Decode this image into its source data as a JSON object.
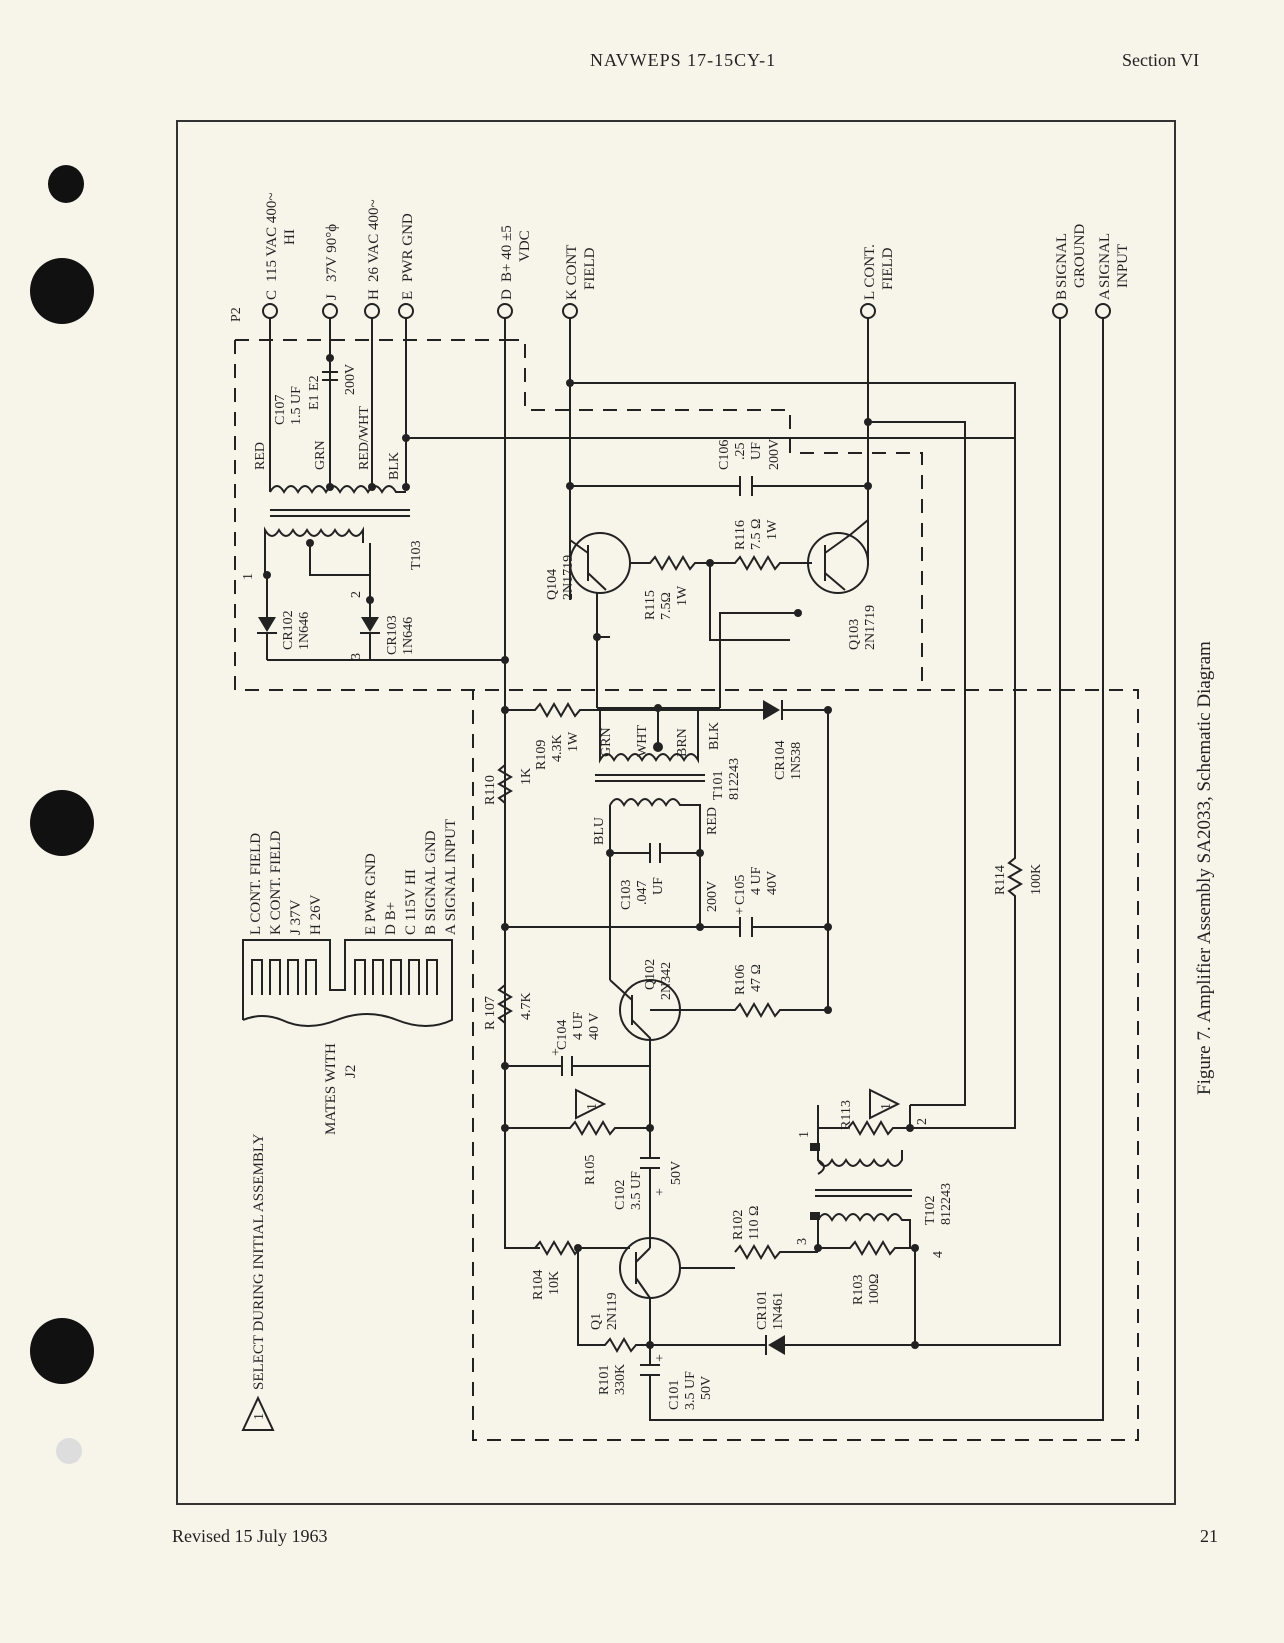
{
  "header": {
    "doc_title": "NAVWEPS 17-15CY-1",
    "section": "Section VI"
  },
  "footer": {
    "revised": "Revised 15 July 1963",
    "page": "21"
  },
  "caption": "Figure 7.  Amplifier Assembly SA2033, Schematic Diagram",
  "connector": {
    "label": "P2",
    "pins": [
      {
        "pin": "C",
        "name": "115 VAC 400~",
        "sub": "HI"
      },
      {
        "pin": "J",
        "name": "37V 90°ϕ",
        "sub": ""
      },
      {
        "pin": "H",
        "name": "26 VAC 400~",
        "sub": ""
      },
      {
        "pin": "E",
        "name": "PWR GND",
        "sub": ""
      },
      {
        "pin": "D",
        "name": "B+ 40 ±5",
        "sub": "VDC"
      },
      {
        "pin": "K",
        "name": "K CONT",
        "sub": "FIELD"
      },
      {
        "pin": "L",
        "name": "L CONT.",
        "sub": "FIELD"
      },
      {
        "pin": "B",
        "name": "SIGNAL",
        "sub": "GROUND"
      },
      {
        "pin": "A",
        "name": "SIGNAL",
        "sub": "INPUT"
      }
    ]
  },
  "mates": {
    "title": "MATES WITH",
    "ref": "J2",
    "list": [
      "L CONT.  FIELD",
      "K CONT.  FIELD",
      "J  37V",
      "H  26V",
      "E  PWR GND",
      "D  B+",
      "C  115V HI",
      "B  SIGNAL GND",
      "A  SIGNAL INPUT"
    ]
  },
  "note": {
    "number": "1",
    "text": "SELECT DURING INITIAL ASSEMBLY"
  },
  "components": {
    "C107": [
      "C107",
      "1.5 UF",
      "E1  E2",
      "200V"
    ],
    "T103": [
      "T103"
    ],
    "wires_t103": [
      "RED",
      "GRN",
      "RED/WHT",
      "BLK"
    ],
    "CR102": [
      "CR102",
      "1N646"
    ],
    "CR103": [
      "CR103",
      "1N646"
    ],
    "pins_t103": [
      "1",
      "2",
      "3"
    ],
    "C106": [
      "C106",
      ".25",
      "UF",
      "200V"
    ],
    "R116": [
      "R116",
      "7.5 Ω",
      "1W"
    ],
    "R115": [
      "R115",
      "7.5Ω",
      "1W"
    ],
    "Q104": [
      "Q104",
      "2N1719"
    ],
    "Q103": [
      "Q103",
      "2N1719"
    ],
    "R109": [
      "R109",
      "4.3K",
      "1W"
    ],
    "T101": [
      "T101",
      "812243"
    ],
    "wires_t101": [
      "GRN",
      "WHT",
      "BRN",
      "BLK",
      "BLU",
      "RED"
    ],
    "CR104": [
      "CR104",
      "1N538"
    ],
    "R110": [
      "R110",
      "1K"
    ],
    "C103": [
      "C103",
      ".047",
      "UF",
      "200V"
    ],
    "C105": [
      "C105",
      "4 UF",
      "40V"
    ],
    "Q102": [
      "Q102",
      "2N342"
    ],
    "R106": [
      "R106",
      "47 Ω"
    ],
    "R107": [
      "R 107",
      "4.7K"
    ],
    "C104": [
      "C104",
      "4 UF",
      "40 V"
    ],
    "R105": [
      "R105"
    ],
    "C102": [
      "C102",
      "3.5 UF",
      "50V"
    ],
    "R114": [
      "R114",
      "100K"
    ],
    "R113": [
      "R113"
    ],
    "T102": [
      "T102",
      "812243"
    ],
    "pins_t102": [
      "1",
      "2",
      "3",
      "4"
    ],
    "R102": [
      "R102",
      "110 Ω"
    ],
    "R103": [
      "R103",
      "100Ω"
    ],
    "R104": [
      "R104",
      "10K"
    ],
    "Q1": [
      "Q1",
      "2N119"
    ],
    "CR101": [
      "CR101",
      "1N461"
    ],
    "R101": [
      "R101",
      "330K"
    ],
    "C101": [
      "C101",
      "3.5 UF",
      "50V"
    ]
  }
}
